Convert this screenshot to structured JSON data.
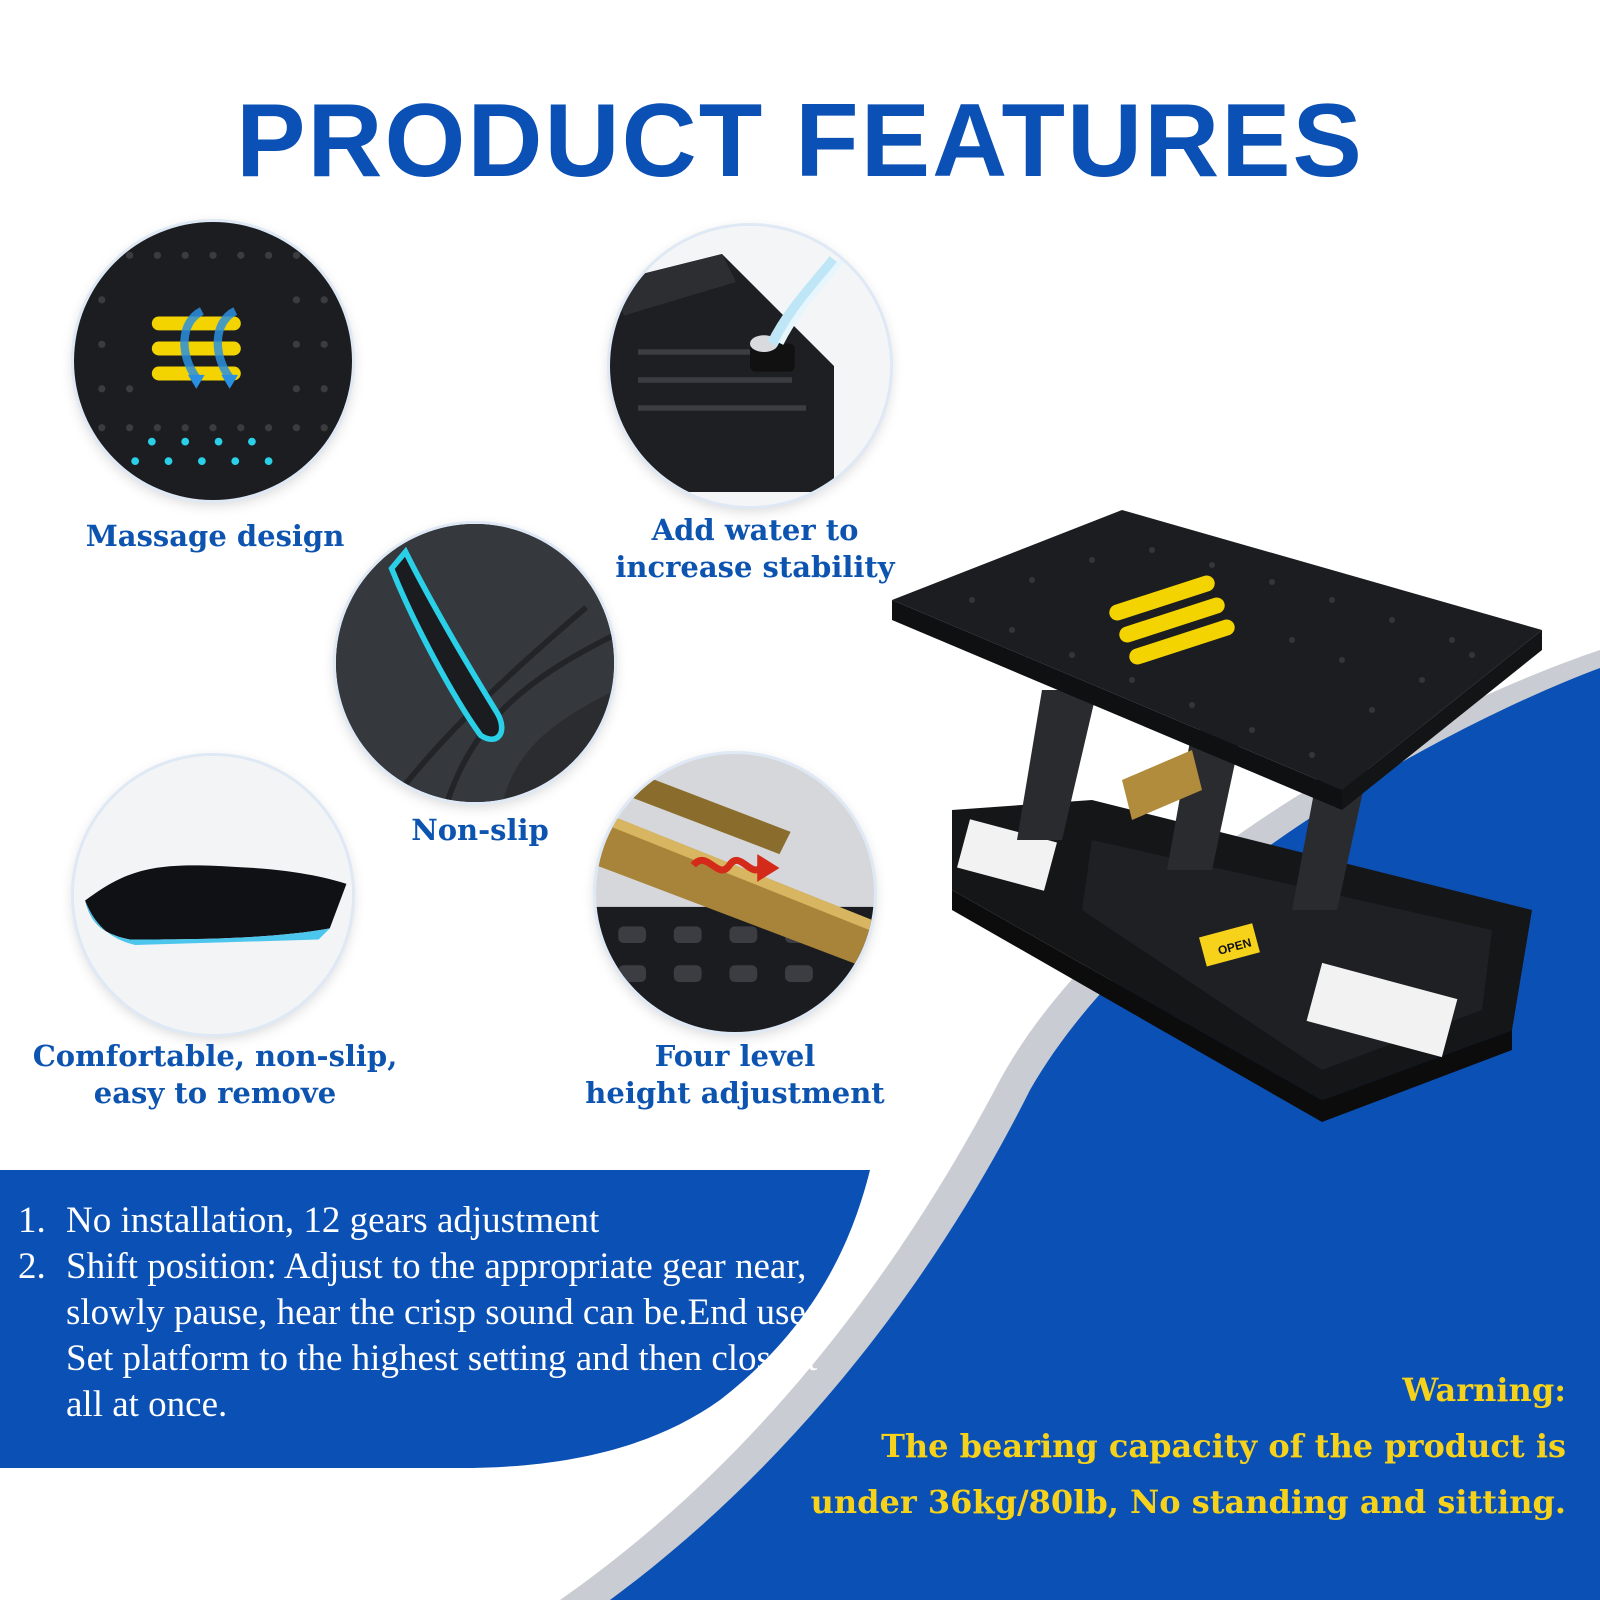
{
  "page": {
    "title": "PRODUCT FEATURES"
  },
  "colors": {
    "brand_blue": "#0b50b4",
    "caption_blue": "#0d54b0",
    "warning_yellow": "#f6d21b",
    "accent_cyan": "#2ad0e8",
    "roller_yellow": "#f4d400"
  },
  "features": [
    {
      "label": "Massage design",
      "icon": "massage-roller-image"
    },
    {
      "label_line1": "Add water to",
      "label_line2": "increase stability",
      "icon": "water-fill-image"
    },
    {
      "label": "Non-slip",
      "icon": "non-slip-edge-image"
    },
    {
      "label_line1": "Comfortable, non-slip,",
      "label_line2": "easy to remove",
      "icon": "cushion-image"
    },
    {
      "label_line1": "Four level",
      "label_line2": "height adjustment",
      "icon": "gear-lock-image"
    }
  ],
  "steps": [
    {
      "num": "1.",
      "text": "No installation, 12 gears adjustment"
    },
    {
      "num": "2.",
      "text": "Shift position: Adjust to the appropriate gear near, slowly pause, hear the crisp sound can be.End use: Set platform to the highest setting and then close it all at once."
    }
  ],
  "warning": {
    "heading": "Warning:",
    "line1": "The bearing capacity of the product is",
    "line2": "under 36kg/80lb, No standing and sitting."
  },
  "product": {
    "open_label": "OPEN",
    "icon": "footrest-product-image"
  }
}
